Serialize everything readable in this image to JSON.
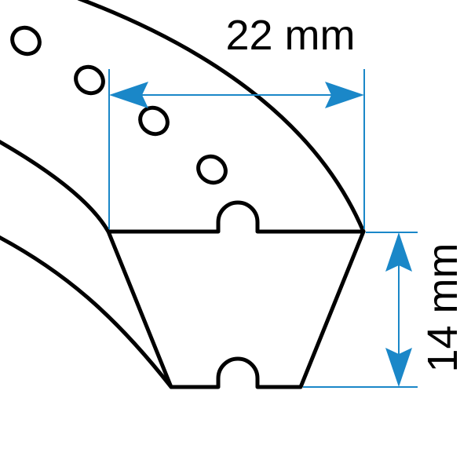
{
  "dimensions": {
    "width": {
      "value": 22,
      "unit": "mm",
      "label": "22 mm"
    },
    "height": {
      "value": 14,
      "unit": "mm",
      "label": "14 mm"
    }
  },
  "colors": {
    "outline": "#000000",
    "dimension": "#1a87c8",
    "background": "#ffffff"
  }
}
